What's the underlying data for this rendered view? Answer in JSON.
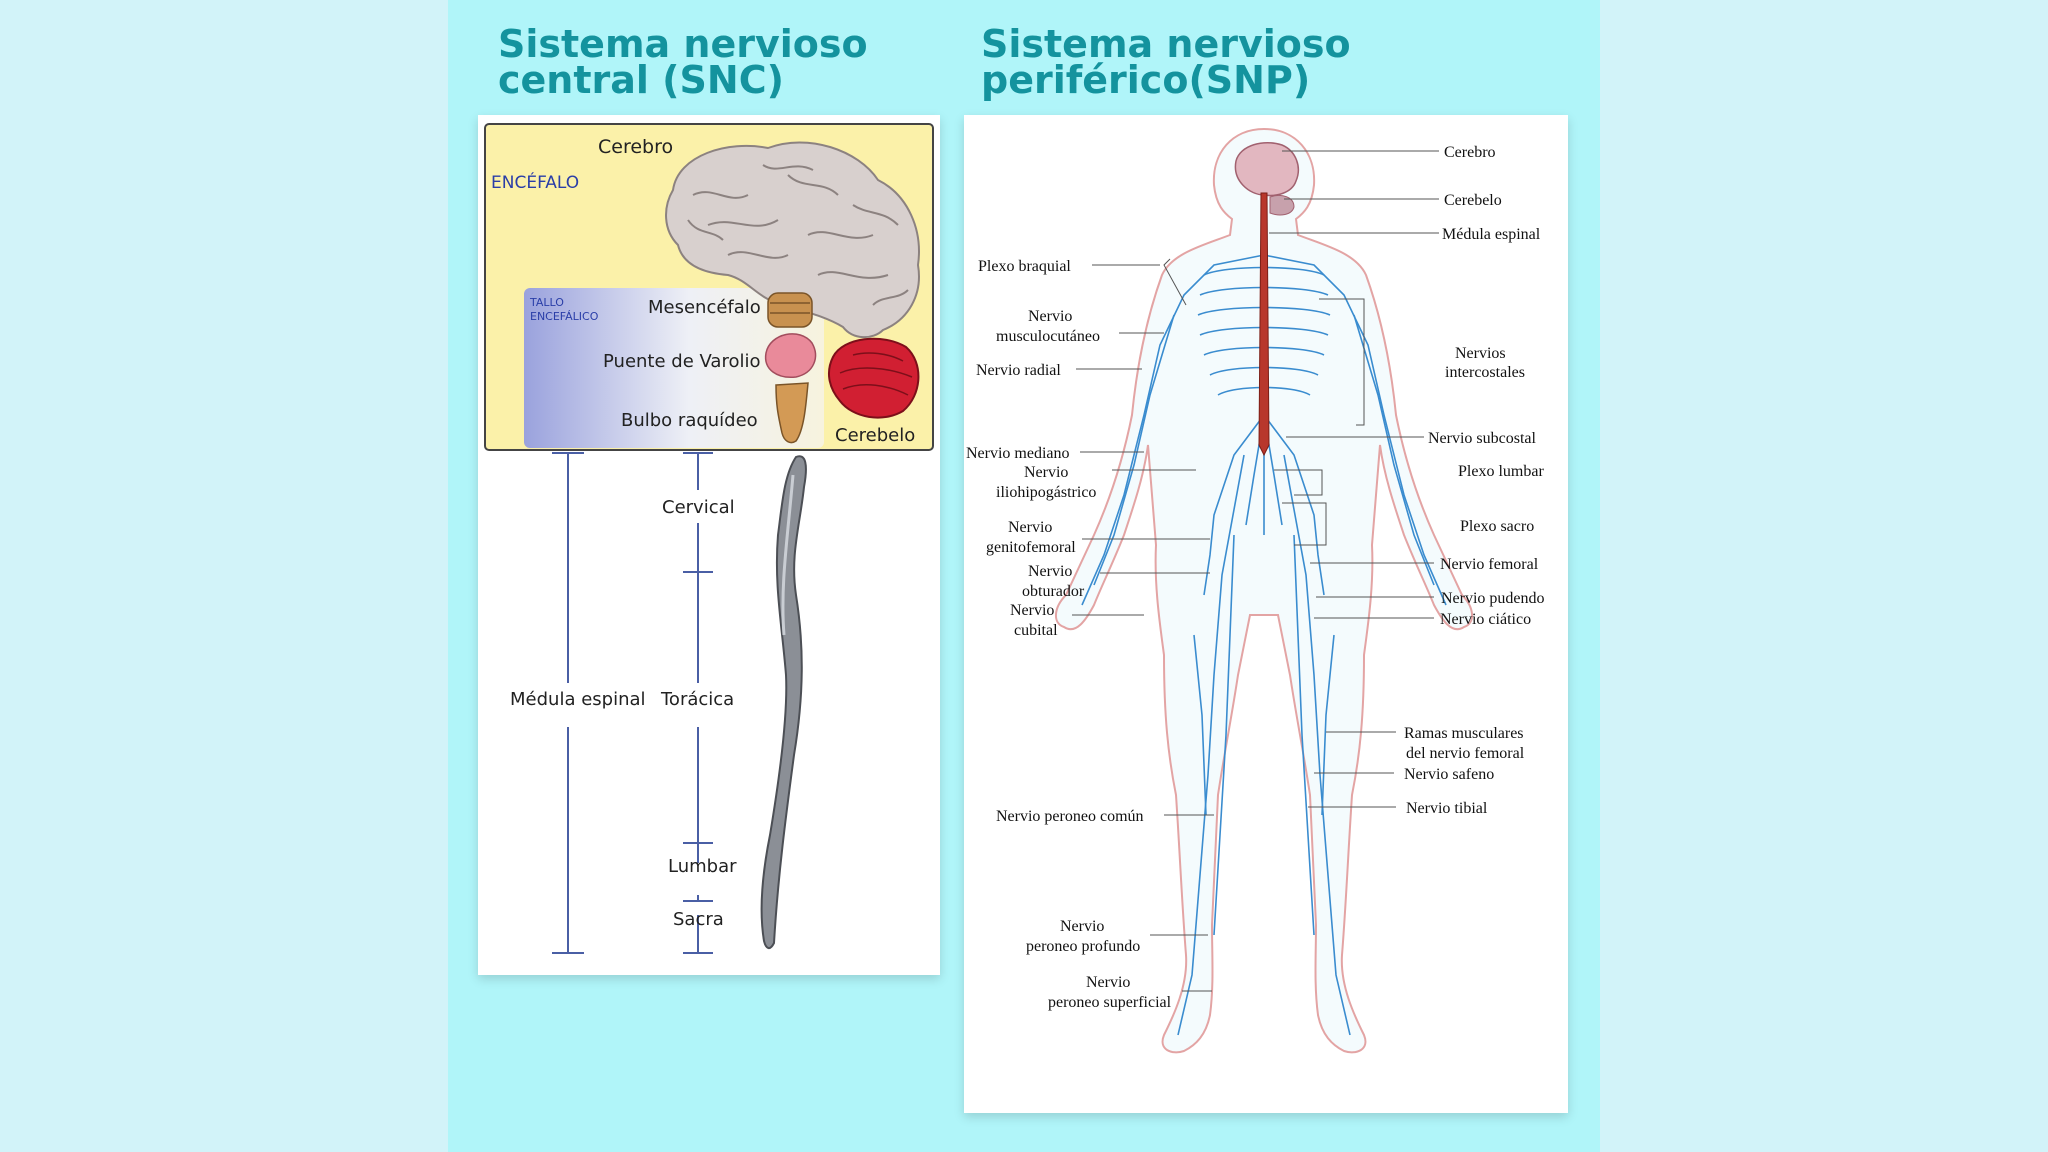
{
  "snc": {
    "title_line1": "Sistema nervioso",
    "title_line2": "central (SNC)",
    "labels": {
      "cerebro": "Cerebro",
      "encefalo": "ENCÉFALO",
      "tallo_line1": "TALLO",
      "tallo_line2": "ENCEFÁLICO",
      "mesencefalo": "Mesencéfalo",
      "puente": "Puente de Varolio",
      "bulbo": "Bulbo raquídeo",
      "cerebelo": "Cerebelo",
      "cervical": "Cervical",
      "medula": "Médula espinal",
      "toracica": "Torácica",
      "lumbar": "Lumbar",
      "sacra": "Sacra"
    }
  },
  "snp": {
    "title_line1": "Sistema nervioso",
    "title_line2": "periférico(SNP)",
    "right_labels": {
      "cerebro": "Cerebro",
      "cerebelo": "Cerebelo",
      "medula": "Médula espinal",
      "intercostales_1": "Nervios",
      "intercostales_2": "intercostales",
      "subcostal": "Nervio subcostal",
      "plexo_lumbar": "Plexo lumbar",
      "plexo_sacro": "Plexo sacro",
      "femoral": "Nervio femoral",
      "pudendo": "Nervio pudendo",
      "ciatico": "Nervio ciático",
      "ramas_1": "Ramas musculares",
      "ramas_2": "del nervio femoral",
      "safeno": "Nervio safeno",
      "tibial": "Nervio tibial"
    },
    "left_labels": {
      "plexo_braquial": "Plexo braquial",
      "musculo_1": "Nervio",
      "musculo_2": "musculocutáneo",
      "radial": "Nervio radial",
      "mediano": "Nervio mediano",
      "ilio_1": "Nervio",
      "ilio_2": "iliohipogástrico",
      "genito_1": "Nervio",
      "genito_2": "genitofemoral",
      "obtur_1": "Nervio",
      "obtur_2": "obturador",
      "cubital_1": "Nervio",
      "cubital_2": "cubital",
      "peroneo_comun": "Nervio peroneo común",
      "prof_1": "Nervio",
      "prof_2": "peroneo profundo",
      "sup_1": "Nervio",
      "sup_2": "peroneo superficial"
    }
  },
  "colors": {
    "title": "#14939e",
    "background": "#b0f5f9",
    "encefalo_box": "#fbf1a9",
    "tallo_label": "#2a3ea8",
    "scale_line": "#4a5fa5",
    "nerve": "#3a8ccf",
    "spinal_cord": "#b8372c",
    "body_outline": "#e0a0a0"
  },
  "icons": [
    "brain-illustration",
    "midbrain-illustration",
    "pons-illustration",
    "medulla-illustration",
    "cerebellum-illustration",
    "spinal-cord-illustration",
    "human-body-nervous-system-illustration"
  ]
}
